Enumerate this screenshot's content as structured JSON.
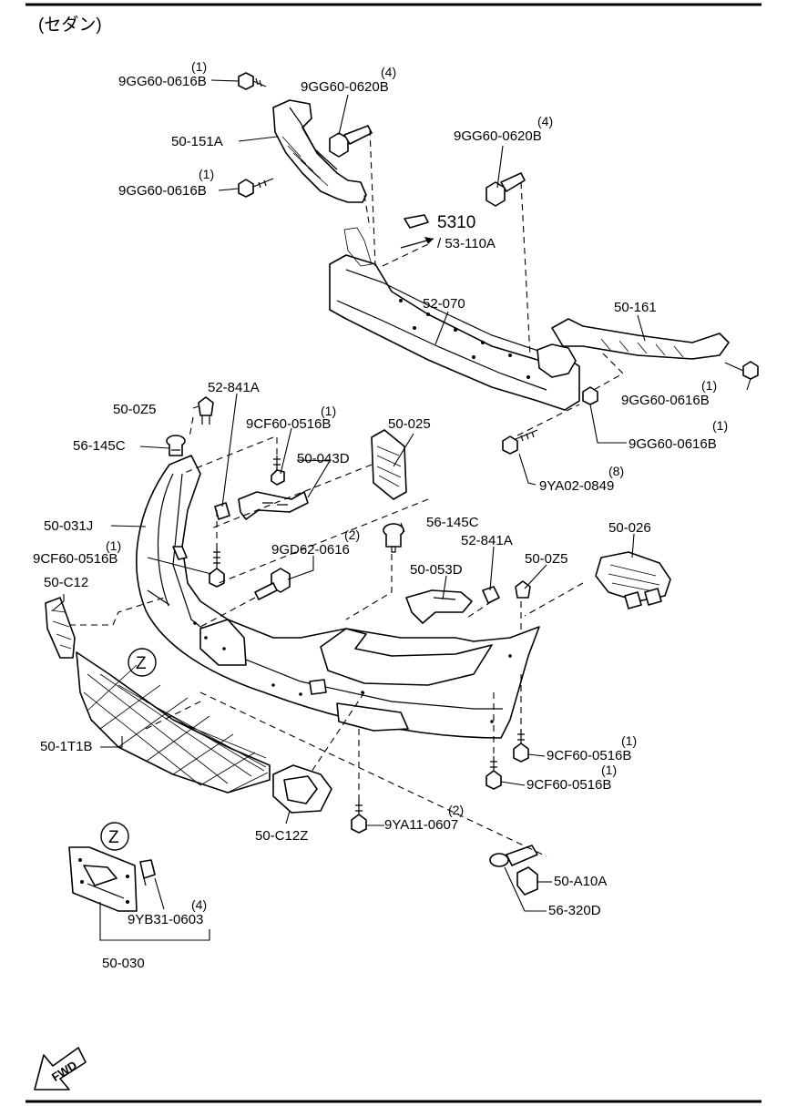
{
  "header": {
    "variant_label": "(セダン)"
  },
  "callouts": {
    "ref_page": "5310",
    "ref_part": "/ 53-110A",
    "zoom_marker": "Z"
  },
  "fwd_label": "FWD",
  "parts": [
    {
      "id": "p01",
      "number": "9GG60-0616B",
      "qty": "(1)"
    },
    {
      "id": "p02",
      "number": "9GG60-0620B",
      "qty": "(4)"
    },
    {
      "id": "p03",
      "number": "50-151A",
      "qty": ""
    },
    {
      "id": "p04",
      "number": "9GG60-0616B",
      "qty": "(1)"
    },
    {
      "id": "p05",
      "number": "9GG60-0620B",
      "qty": "(4)"
    },
    {
      "id": "p06",
      "number": "52-070",
      "qty": ""
    },
    {
      "id": "p07",
      "number": "50-161",
      "qty": ""
    },
    {
      "id": "p08",
      "number": "9GG60-0616B",
      "qty": "(1)"
    },
    {
      "id": "p09",
      "number": "9GG60-0616B",
      "qty": "(1)"
    },
    {
      "id": "p10",
      "number": "9YA02-0849",
      "qty": "(8)"
    },
    {
      "id": "p11",
      "number": "52-841A",
      "qty": ""
    },
    {
      "id": "p12",
      "number": "50-0Z5",
      "qty": ""
    },
    {
      "id": "p13",
      "number": "9CF60-0516B",
      "qty": "(1)"
    },
    {
      "id": "p14",
      "number": "50-025",
      "qty": ""
    },
    {
      "id": "p15",
      "number": "56-145C",
      "qty": ""
    },
    {
      "id": "p16",
      "number": "50-043D",
      "qty": ""
    },
    {
      "id": "p17",
      "number": "50-031J",
      "qty": ""
    },
    {
      "id": "p18",
      "number": "56-145C",
      "qty": ""
    },
    {
      "id": "p19",
      "number": "50-026",
      "qty": ""
    },
    {
      "id": "p20",
      "number": "9CF60-0516B",
      "qty": "(1)"
    },
    {
      "id": "p21",
      "number": "9GD62-0616",
      "qty": "(2)"
    },
    {
      "id": "p22",
      "number": "52-841A",
      "qty": ""
    },
    {
      "id": "p23",
      "number": "50-C12",
      "qty": ""
    },
    {
      "id": "p24",
      "number": "50-053D",
      "qty": ""
    },
    {
      "id": "p25",
      "number": "50-0Z5",
      "qty": ""
    },
    {
      "id": "p26",
      "number": "50-1T1B",
      "qty": ""
    },
    {
      "id": "p27",
      "number": "9CF60-0516B",
      "qty": "(1)"
    },
    {
      "id": "p28",
      "number": "9CF60-0516B",
      "qty": "(1)"
    },
    {
      "id": "p29",
      "number": "9YA11-0607",
      "qty": "(2)"
    },
    {
      "id": "p30",
      "number": "50-C12Z",
      "qty": ""
    },
    {
      "id": "p31",
      "number": "9YB31-0603",
      "qty": "(4)"
    },
    {
      "id": "p32",
      "number": "50-A10A",
      "qty": ""
    },
    {
      "id": "p33",
      "number": "56-320D",
      "qty": ""
    },
    {
      "id": "p34",
      "number": "50-030",
      "qty": ""
    }
  ]
}
